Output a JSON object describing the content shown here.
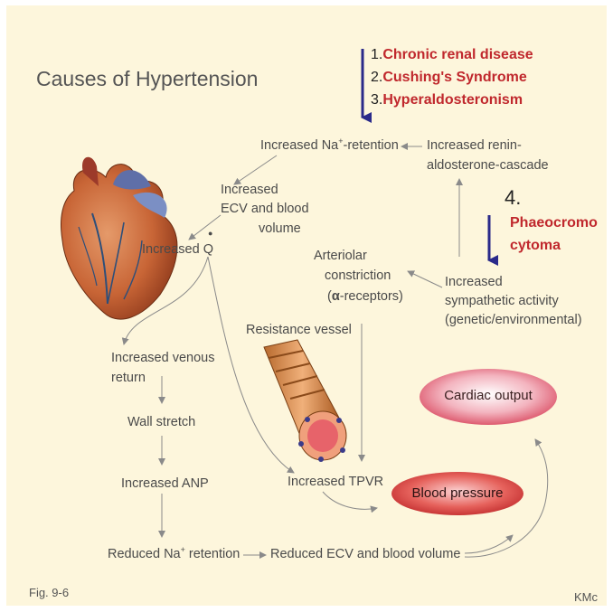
{
  "title": "Causes of Hypertension",
  "causes": {
    "c1_num": "1.",
    "c1": "Chronic renal disease",
    "c2_num": "2.",
    "c2": "Cushing's Syndrome",
    "c3_num": "3.",
    "c3": "Hyperaldosteronism",
    "c4_num": "4.",
    "c4_l1": "Phaeocromo",
    "c4_l2": "cytoma"
  },
  "nodes": {
    "na_retention_pre": "Increased Na",
    "na_sup": "+",
    "na_retention_post": "-retention",
    "renin_l1": "Increased  renin-",
    "renin_l2": "aldosterone-cascade",
    "ecv_l1": "Increased",
    "ecv_l2": "ECV and blood",
    "ecv_l3": "volume",
    "increased_q": "Increased Q",
    "arteriolar_l1": "Arteriolar",
    "arteriolar_l2": "constriction",
    "arteriolar_l3_a": "(",
    "alpha": "α",
    "arteriolar_l3_b": "-receptors)",
    "symp_l1": "Increased",
    "symp_l2": "sympathetic activity",
    "symp_l3": "(genetic/environmental)",
    "resistance_vessel": "Resistance vessel",
    "venous_l1": "Increased venous",
    "venous_l2": "return",
    "wall_stretch": "Wall stretch",
    "anp": "Increased ANP",
    "tpvr": "Increased TPVR",
    "reduced_na_pre": "Reduced Na",
    "reduced_na_sup": "+",
    "reduced_na_post": " retention",
    "reduced_ecv": "Reduced ECV and blood volume",
    "cardiac_output": "Cardiac output",
    "blood_pressure": "Blood pressure"
  },
  "fig_label": "Fig. 9-6",
  "author": "KMc",
  "colors": {
    "background": "#fdf6dc",
    "cause_text": "#c0282d",
    "down_arrow": "#2a2a8a",
    "connector": "#8a8a8a"
  }
}
